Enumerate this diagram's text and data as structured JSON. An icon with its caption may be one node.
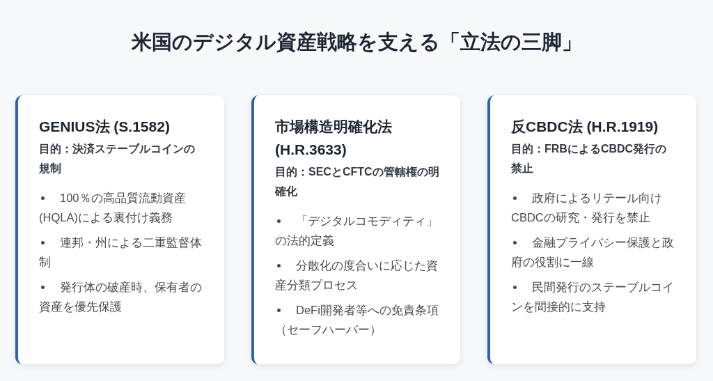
{
  "diagram": {
    "title": "米国のデジタル資産戦略を支える「立法の三脚」",
    "nodes": [
      {
        "text": [
          "GENIUS法 (S.1582)",
          "目的：決済ステーブルコインの規制",
          "100％の高品質流動資産(HQLA)による裏付け義務",
          "連邦・州による二重監督体制",
          "発行体の破産時、保有者の資産を優先保護"
        ]
      },
      {
        "text": [
          "市場構造明確化法 (H.R.3633)",
          "目的：SECとCFTCの管轄権の明確化",
          "「デジタルコモディティ」の法的定義",
          "分散化の度合いに応じた資産分類プロセス",
          "DeFi開発者等への免責条項（セーフハーバー）"
        ]
      },
      {
        "text": [
          "反CBDC法 (H.R.1919)",
          "目的：FRBによるCBDC発行の禁止",
          "政府によるリテール向けCBDCの研究・発行を禁止",
          "金融プライバシー保護と政府の役割に一線",
          "民間発行のステーブルコインを間接的に支持"
        ]
      }
    ]
  }
}
